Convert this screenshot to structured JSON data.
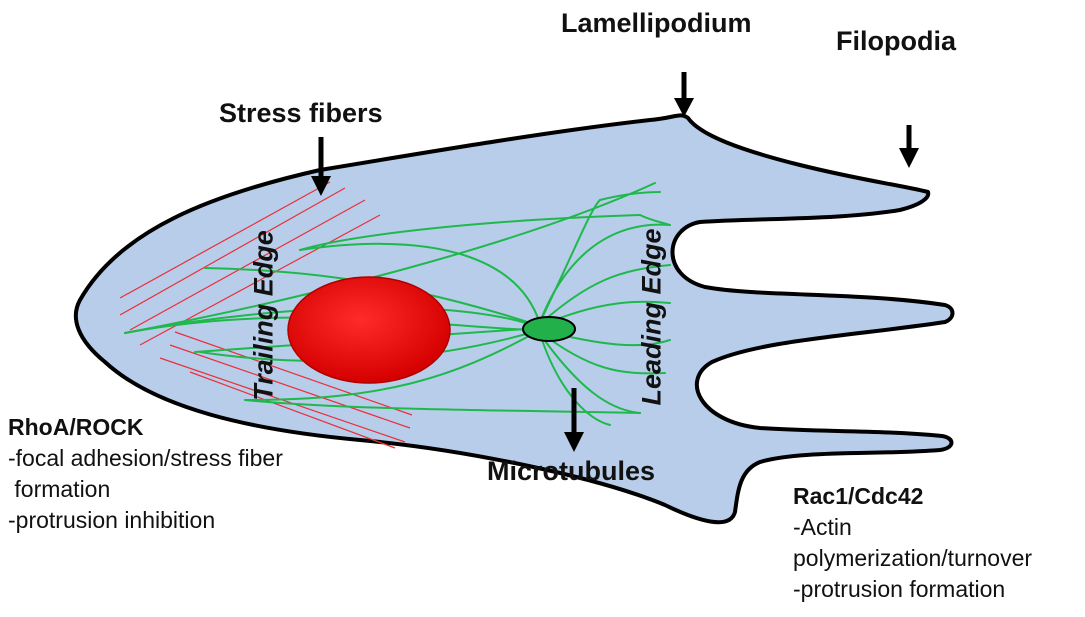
{
  "labels": {
    "lamellipodium": "Lamellipodium",
    "filopodia": "Filopodia",
    "stress_fibers": "Stress fibers",
    "microtubules": "Microtubules",
    "trailing_edge": "Trailing Edge",
    "leading_edge": "Leading Edge"
  },
  "rho_note": {
    "title": "RhoA/ROCK",
    "lines": [
      "-focal adhesion/stress fiber",
      " formation",
      "-protrusion inhibition"
    ]
  },
  "rac_note": {
    "title": "Rac1/Cdc42",
    "lines": [
      "-Actin",
      "polymerization/turnover",
      "-protrusion formation"
    ]
  },
  "colors": {
    "cell_fill": "#b8cdea",
    "cell_outline": "#000000",
    "stress_fiber": "#e8303a",
    "microtubule": "#1fb84c",
    "nucleus": "#e01010",
    "centrosome": "#22b04a"
  }
}
